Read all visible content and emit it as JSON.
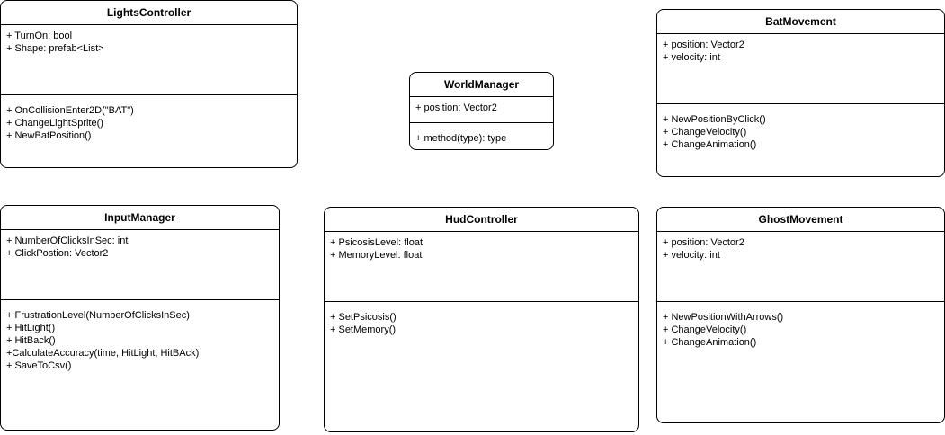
{
  "classes": {
    "lights_controller": {
      "name": "LightsController",
      "attributes": [
        "+ TurnOn: bool",
        "+ Shape: prefab<List>"
      ],
      "operations": [
        "+ OnCollisionEnter2D(\"BAT\")",
        "+ ChangeLightSprite()",
        "+ NewBatPosition()"
      ]
    },
    "world_manager": {
      "name": "WorldManager",
      "attributes": [
        "+ position: Vector2"
      ],
      "operations": [
        "+ method(type): type"
      ]
    },
    "bat_movement": {
      "name": "BatMovement",
      "attributes": [
        "+ position: Vector2",
        "+ velocity: int"
      ],
      "operations": [
        "+ NewPositionByClick()",
        "+ ChangeVelocity()",
        "+ ChangeAnimation()"
      ]
    },
    "input_manager": {
      "name": "InputManager",
      "attributes": [
        "+ NumberOfClicksInSec: int",
        "+ ClickPostion: Vector2"
      ],
      "operations": [
        "+ FrustrationLevel(NumberOfClicksInSec)",
        "+ HitLight()",
        "+ HitBack()",
        "+CalculateAccuracy(time, HitLight, HitBAck)",
        "+ SaveToCsv()"
      ]
    },
    "hud_controller": {
      "name": "HudController",
      "attributes": [
        "+ PsicosisLevel: float",
        "+ MemoryLevel: float"
      ],
      "operations": [
        "+ SetPsicosis()",
        "+ SetMemory()"
      ]
    },
    "ghost_movement": {
      "name": "GhostMovement",
      "attributes": [
        "+ position: Vector2",
        "+ velocity: int"
      ],
      "operations": [
        "+ NewPositionWithArrows()",
        "+ ChangeVelocity()",
        "+ ChangeAnimation()"
      ]
    }
  }
}
